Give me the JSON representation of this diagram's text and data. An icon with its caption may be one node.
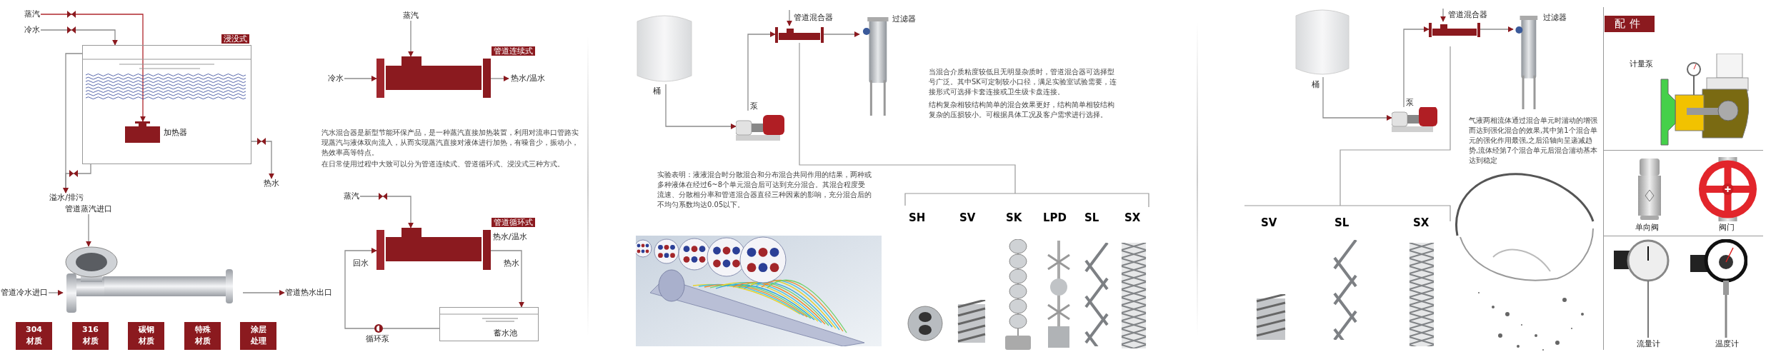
{
  "diagram": {
    "nodes": [
      {
        "text": [
          "浸没式"
        ]
      },
      {
        "text": [
          "蒸汽"
        ]
      },
      {
        "text": [
          "冷水"
        ]
      },
      {
        "text": [],
        "shape": "box",
        "beside": [
          "加热器"
        ],
        "in": 0
      },
      {
        "text": [
          "热水"
        ]
      },
      {
        "text": [
          "溢水/排污"
        ]
      },
      {
        "text": [],
        "shape": "picture"
      },
      {
        "text": [
          "管道蒸汽进口"
        ]
      },
      {
        "text": [
          "管道冷水进口"
        ]
      },
      {
        "text": [
          "管道热水出口"
        ]
      },
      {
        "text": [
          "304材质"
        ]
      },
      {
        "text": [
          "316材质"
        ]
      },
      {
        "text": [
          "碳钢材质"
        ]
      },
      {
        "text": [
          "特殊材质"
        ]
      },
      {
        "text": [
          "涂层处理"
        ]
      },
      {
        "text": [
          "管道连续式"
        ]
      },
      {
        "text": [
          "蒸汽"
        ]
      },
      {
        "text": [
          "冷水"
        ]
      },
      {
        "text": [
          "热水/温水"
        ]
      },
      {
        "text": [
          "管道循环式"
        ]
      },
      {
        "text": [
          "蒸汽"
        ]
      },
      {
        "text": [
          "蓄水池"
        ]
      },
      {
        "text": [],
        "shape": "circle",
        "beside": [
          "循环泵"
        ]
      },
      {
        "text": [],
        "shape": "picture",
        "beside": [
          "桶"
        ]
      },
      {
        "text": [],
        "shape": "picture",
        "beside": [
          "泵"
        ]
      },
      {
        "text": [],
        "shape": "picture",
        "beside": [
          "管道混合器"
        ]
      },
      {
        "text": [],
        "shape": "picture",
        "beside": [
          "过滤器"
        ]
      },
      {
        "text": [],
        "shape": "picture",
        "beside": [
          "桶"
        ]
      },
      {
        "text": [],
        "shape": "picture",
        "beside": [
          "泵"
        ]
      },
      {
        "text": [],
        "shape": "picture",
        "beside": [
          "管道混合器"
        ]
      },
      {
        "text": [],
        "shape": "picture",
        "beside": [
          "过滤器"
        ]
      },
      {
        "text": [
          "配件"
        ]
      },
      {
        "text": [],
        "shape": "picture",
        "beside": [
          "计量泵"
        ],
        "in": 31
      },
      {
        "text": [],
        "shape": "picture",
        "beside": [
          "单向阀"
        ],
        "in": 31
      },
      {
        "text": [],
        "shape": "picture",
        "beside": [
          "阀门"
        ],
        "in": 31
      },
      {
        "text": [],
        "shape": "picture",
        "beside": [
          "流量计"
        ],
        "in": 31
      },
      {
        "text": [],
        "shape": "picture",
        "beside": [
          "温度计"
        ],
        "in": 31
      }
    ],
    "edges": [
      {
        "from": 1,
        "to": 3,
        "arrow": "to",
        "color": "#b0272d"
      },
      {
        "from": 2,
        "to": 0,
        "arrow": "to"
      },
      {
        "from": 0,
        "to": 4,
        "arrow": "to"
      },
      {
        "from": 0,
        "to": 5,
        "arrow": "to"
      },
      {
        "from": 0,
        "to": 5,
        "arrow": "to"
      },
      {
        "from": 7,
        "to": 6,
        "arrow": "to"
      },
      {
        "from": 8,
        "to": 6,
        "arrow": "to"
      },
      {
        "from": 6,
        "to": 9,
        "arrow": "to"
      },
      {
        "from": 16,
        "to": 15,
        "arrow": "to"
      },
      {
        "from": 17,
        "to": 15,
        "arrow": "to"
      },
      {
        "from": 15,
        "to": 18,
        "arrow": "to"
      },
      {
        "from": 20,
        "to": 19,
        "arrow": "to"
      },
      {
        "from": 19,
        "to": 21,
        "arrow": "to",
        "label": "热水"
      },
      {
        "from": 21,
        "to": 22,
        "arrow": "none"
      },
      {
        "from": 22,
        "to": 19,
        "arrow": "to",
        "label": "回水"
      },
      {
        "from": 23,
        "to": 24,
        "arrow": "to"
      },
      {
        "from": 24,
        "to": 25,
        "arrow": "to"
      },
      {
        "from": 25,
        "to": 26,
        "arrow": "to"
      },
      {
        "from": null,
        "to": 25,
        "arrow": "to"
      },
      {
        "from": 27,
        "to": 28,
        "arrow": "to"
      },
      {
        "from": 28,
        "to": 29,
        "arrow": "to"
      },
      {
        "from": 29,
        "to": 30,
        "arrow": "to"
      },
      {
        "from": null,
        "to": 29,
        "arrow": "to"
      }
    ],
    "labels": [
      "汽水混合器是新型节能环保产品，是一种蒸汽直接加热装置，利用对流串口管路实现蒸汽与液体双向流入，从而实现蒸汽直接对液体进行加热，有噪音少，振动小，热效率高等特点。",
      "在日常使用过程中大致可以分为管道连续式、管道循环式、浸没式三种方式。",
      "热水/温水",
      "实验表明：液液混合时分散混合和分布混合共同作用的结果，两种或多种液体在经过6~8个单元混合后可达到充分混合。其混合程度受流速、分散相分率和管道混合器直径三种因素的影响，充分混合后的不均匀系数均达0.05以下。",
      "当混合介质粘度较低且无明显杂质时，管道混合器可选择型号广泛。其中SK可定制较小口径，满足实验室试验需要，连接形式可选择卡套连接或卫生级卡盘连接。",
      "结构复杂相较结构简单的混合效果更好，结构简单相较结构复杂的压损较小。可根据具体工况及客户需求进行选择。",
      "SH",
      "SV",
      "SK",
      "LPD",
      "SL",
      "SX",
      "气液两相流体通过混合单元时湍动的增强而达到强化混合的效果,其中第1个混合单元的强化作用最强,之后沿轴向呈递减趋势,流体经第7个混合单元后混合湍动基本达到稳定",
      "SV",
      "SL",
      "SX"
    ]
  }
}
